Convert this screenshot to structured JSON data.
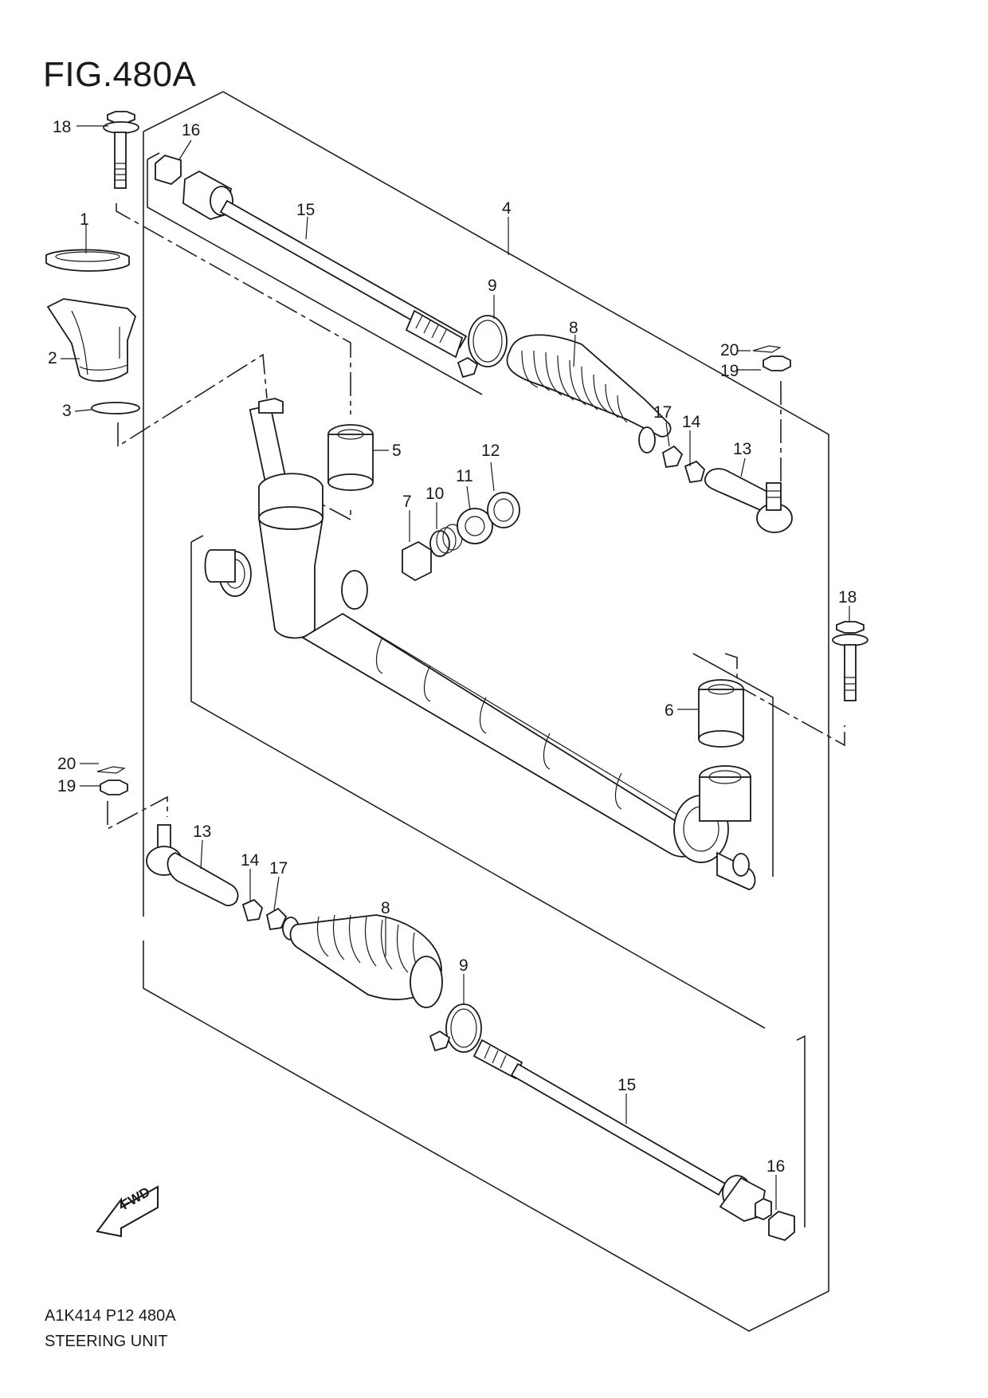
{
  "title": "FIG.480A",
  "footer": {
    "code": "A1K414 P12 480A",
    "name": "STEERING UNIT"
  },
  "fwd_label": "FWD",
  "callouts": {
    "c1": "1",
    "c2": "2",
    "c3": "3",
    "c4": "4",
    "c5": "5",
    "c6": "6",
    "c7": "7",
    "c8a": "8",
    "c8b": "8",
    "c9a": "9",
    "c9b": "9",
    "c10": "10",
    "c11": "11",
    "c12": "12",
    "c13a": "13",
    "c13b": "13",
    "c14a": "14",
    "c14b": "14",
    "c15a": "15",
    "c15b": "15",
    "c16a": "16",
    "c16b": "16",
    "c17a": "17",
    "c17b": "17",
    "c18a": "18",
    "c18b": "18",
    "c19a": "19",
    "c19b": "19",
    "c20a": "20",
    "c20b": "20"
  }
}
